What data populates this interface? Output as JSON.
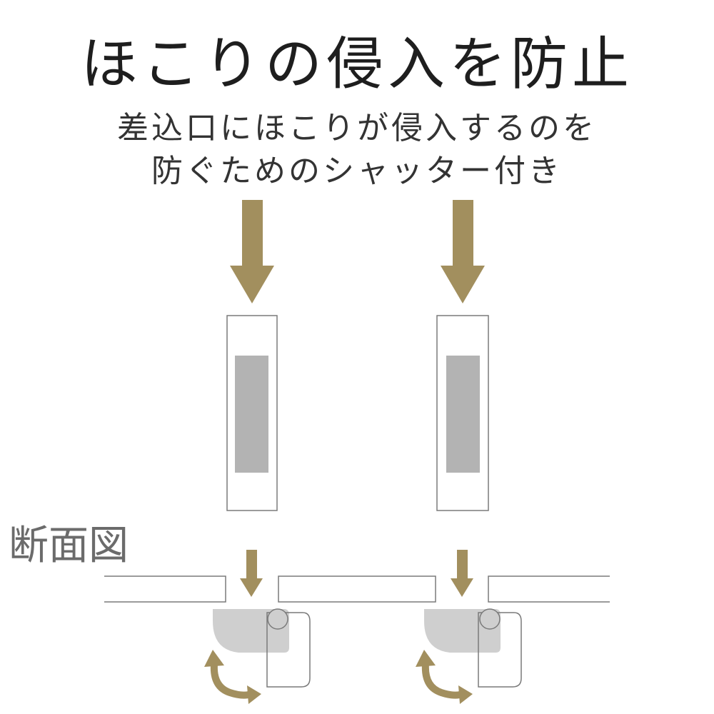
{
  "header": {
    "title": "ほこりの侵入を防止",
    "subtitle_lines": [
      "差込口にほこりが侵入するのを",
      "防ぐためのシャッター付き"
    ]
  },
  "diagram": {
    "section_label": "断面図",
    "colors": {
      "arrow": "#a28f5e",
      "outline": "#7a7a7a",
      "slot_fill": "#b3b3b3",
      "shutter_fill": "#cfcfcf",
      "text": "#1e1e1e",
      "label": "#6b6b6b"
    },
    "port_count": 2,
    "icons": [
      "down-arrow-icon",
      "curved-double-arrow-icon"
    ]
  }
}
